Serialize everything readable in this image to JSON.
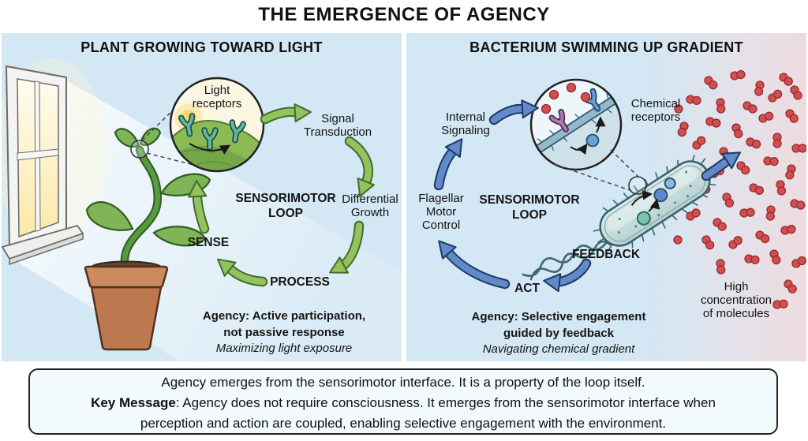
{
  "title": "THE EMERGENCE OF AGENCY",
  "left_panel": {
    "title": "PLANT GROWING TOWARD LIGHT",
    "labels": {
      "light_receptors_1": "Light",
      "light_receptors_2": "receptors",
      "signal_1": "Signal",
      "signal_2": "Transduction",
      "loop_1": "SENSORIMOTOR",
      "loop_2": "LOOP",
      "diff_1": "Differential",
      "diff_2": "Growth",
      "process": "PROCESS",
      "sense": "SENSE",
      "agency_1": "Agency: Active participation,",
      "agency_2": "not passive response",
      "agency_3": "Maximizing light exposure"
    }
  },
  "right_panel": {
    "title": "BACTERIUM SWIMMING UP GRADIENT",
    "labels": {
      "internal_1": "Internal",
      "internal_2": "Signaling",
      "chemical_1": "Chemical",
      "chemical_2": "receptors",
      "flagellar_1": "Flagellar",
      "flagellar_2": "Motor",
      "flagellar_3": "Control",
      "loop_1": "SENSORIMOTOR",
      "loop_2": "LOOP",
      "feedback": "FEEDBACK",
      "act": "ACT",
      "agency_1": "Agency: Selective engagement",
      "agency_2": "guided by feedback",
      "agency_3": "Navigating chemical gradient",
      "high_1": "High",
      "high_2": "concentration",
      "high_3": "of molecules"
    }
  },
  "key_box": {
    "line1": "Agency emerges from the sensorimotor interface. It is a property of the loop itself.",
    "line2_bold": "Key Message",
    "line2_rest": ": Agency does not require consciousness. It emerges from the sensorimotor interface when",
    "line3": "perception and action are coupled, enabling selective engagement with the environment."
  },
  "colors": {
    "panel_bg": "#d3e7f4",
    "gradient_pink": "#eddcdf",
    "green_arrow": "#94c25e",
    "blue_arrow": "#6289c9",
    "molecule_red": "#d24f4f",
    "pot_brown": "#c07a50",
    "bacterium_teal": "#b9d4d3"
  }
}
